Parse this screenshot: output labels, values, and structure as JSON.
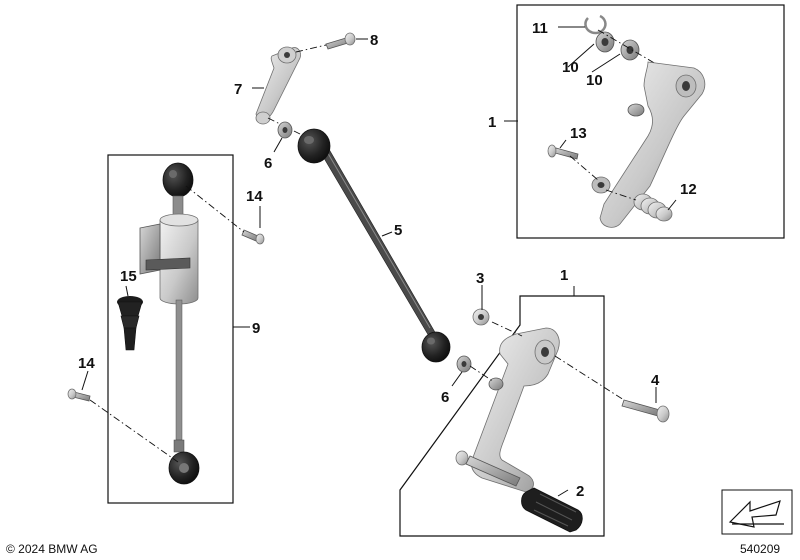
{
  "callouts": {
    "c1a": "1",
    "c1b": "1",
    "c2": "2",
    "c3": "3",
    "c4": "4",
    "c5": "5",
    "c6a": "6",
    "c6b": "6",
    "c7": "7",
    "c8": "8",
    "c9": "9",
    "c10a": "10",
    "c10b": "10",
    "c11": "11",
    "c12": "12",
    "c13": "13",
    "c14a": "14",
    "c14b": "14",
    "c15": "15"
  },
  "footer": {
    "copyright": "© 2024 BMW AG",
    "diagram_number": "540209"
  },
  "colors": {
    "metal_light": "#e4e4e4",
    "metal_dark": "#9a9a9a",
    "rubber": "#1c1c1c",
    "line": "#111111"
  }
}
